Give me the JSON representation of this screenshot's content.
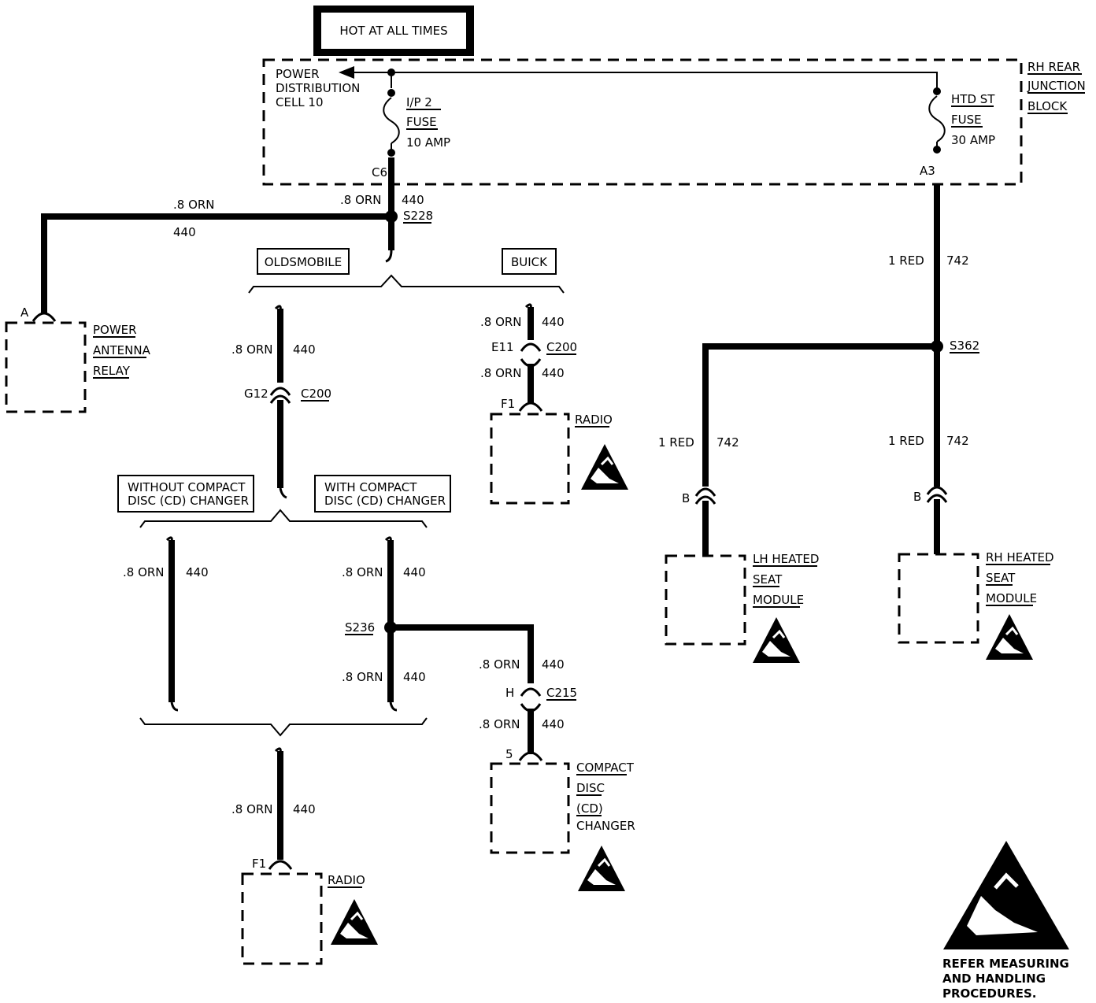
{
  "header": {
    "hot_label": "HOT AT ALL TIMES"
  },
  "pdc": {
    "line1": "POWER",
    "line2": "DISTRIBUTION",
    "line3": "CELL 10",
    "fuse_name": "I/P 2",
    "fuse_word": "FUSE",
    "fuse_rating": "10 AMP",
    "terminal": "C6"
  },
  "rh_block": {
    "line1": "RH REAR",
    "line2": "JUNCTION",
    "line3": "BLOCK",
    "fuse_name": "HTD ST",
    "fuse_word": "FUSE",
    "fuse_rating": "30 AMP",
    "terminal": "A3"
  },
  "wires": {
    "orn": ".8 ORN",
    "orn_circuit": "440",
    "red": "1 RED",
    "red_circuit": "742"
  },
  "splices": {
    "s228": "S228",
    "s236": "S236",
    "s362": "S362"
  },
  "options": {
    "olds": "OLDSMOBILE",
    "buick": "BUICK",
    "without_cd_1": "WITHOUT COMPACT",
    "without_cd_2": "DISC (CD) CHANGER",
    "with_cd_1": "WITH COMPACT",
    "with_cd_2": "DISC (CD) CHANGER"
  },
  "connectors": {
    "a": "A",
    "g12": "G12",
    "c200": "C200",
    "e11": "E11",
    "f1": "F1",
    "h": "H",
    "c215": "C215",
    "pin5": "5",
    "b": "B"
  },
  "components": {
    "antenna_1": "POWER",
    "antenna_2": "ANTENNA",
    "antenna_3": "RELAY",
    "radio": "RADIO",
    "cd_1": "COMPACT",
    "cd_2": "DISC",
    "cd_3": "(CD)",
    "cd_4": "CHANGER",
    "lh_1": "LH HEATED",
    "lh_2": "SEAT",
    "lh_3": "MODULE",
    "rh_1": "RH HEATED",
    "rh_2": "SEAT",
    "rh_3": "MODULE"
  },
  "esd_note": {
    "line1": "REFER MEASURING",
    "line2": "AND HANDLING",
    "line3": "PROCEDURES."
  },
  "icons": {
    "esd": "esd-warning-icon",
    "fuse": "fuse-icon",
    "arrow": "arrow-left-icon"
  }
}
